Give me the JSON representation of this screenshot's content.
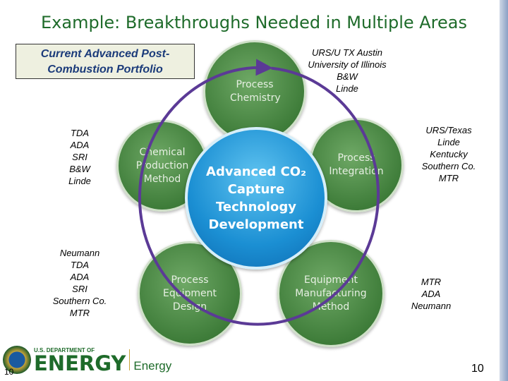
{
  "title": "Example: Breakthroughs Needed in Multiple Areas",
  "portfolio_box": "Current Advanced Post-Combustion Portfolio",
  "center": "Advanced CO₂ Capture Technology Development",
  "areas": [
    {
      "label": "Process Chemistry",
      "partners": [
        "URS/U TX Austin",
        "University of Illinois",
        "B&W",
        "Linde"
      ]
    },
    {
      "label": "Process Integration",
      "partners": [
        "URS/Texas",
        "Linde",
        "Kentucky",
        "Southern Co.",
        "MTR"
      ]
    },
    {
      "label": "Equipment Manufacturing Method",
      "partners": [
        "MTR",
        "ADA",
        "Neumann"
      ]
    },
    {
      "label": "Process Equipment Design",
      "partners": [
        "Neumann",
        "TDA",
        "ADA",
        "SRI",
        "Southern Co.",
        "MTR"
      ]
    },
    {
      "label": "Chemical Production Method",
      "partners": [
        "TDA",
        "ADA",
        "SRI",
        "B&W",
        "Linde"
      ]
    }
  ],
  "colors": {
    "title": "#1e6b2a",
    "cycle_arrow": "#5b3a96",
    "circle_green": "#3f7d3a",
    "center_blue": "#1b8fd3"
  },
  "logo": {
    "dept": "U.S. DEPARTMENT OF",
    "name": "ENERGY",
    "office": "Energy"
  },
  "page_left": "10",
  "page_right": "10"
}
